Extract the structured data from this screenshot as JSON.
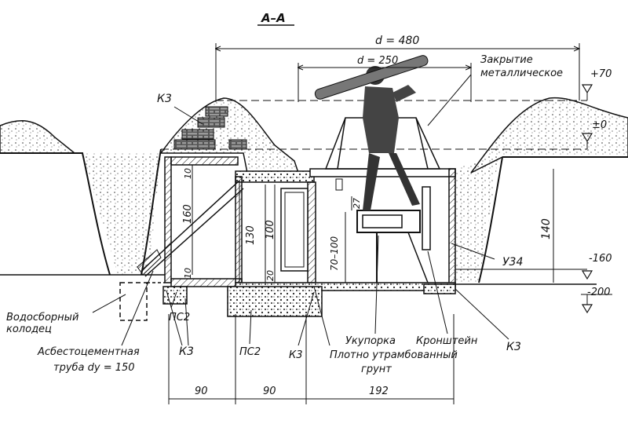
{
  "section_title": "А–А",
  "dims": {
    "d_outer": "d = 480",
    "d_inner": "d = 250",
    "h_10": "10",
    "h_160": "160",
    "h_10b": "10",
    "h_130": "130",
    "h_100": "100",
    "h_20": "20",
    "h_27": "27",
    "h_70_100": "70–100",
    "h_140": "140",
    "w_90a": "90",
    "w_90b": "90",
    "w_192": "192"
  },
  "levels": {
    "p70": "+70",
    "zero": "±0",
    "m160": "-160",
    "m200": "-200"
  },
  "labels": {
    "k3_top": "К3",
    "cover": "Закрытие металлическое",
    "u34": "У34",
    "well": "Водосборный колодец",
    "pipe": "Асбестоцементная труба dу = 150",
    "ps2_left": "ПС2",
    "k3_left": "К3",
    "ps2_mid": "ПС2",
    "k3_mid": "К3",
    "packing": "Укупорка",
    "bracket": "Кронштейн",
    "k3_right": "К3",
    "soil": "Плотно утрамбованный грунт"
  },
  "colors": {
    "ink": "#111111",
    "paper": "#ffffff"
  }
}
